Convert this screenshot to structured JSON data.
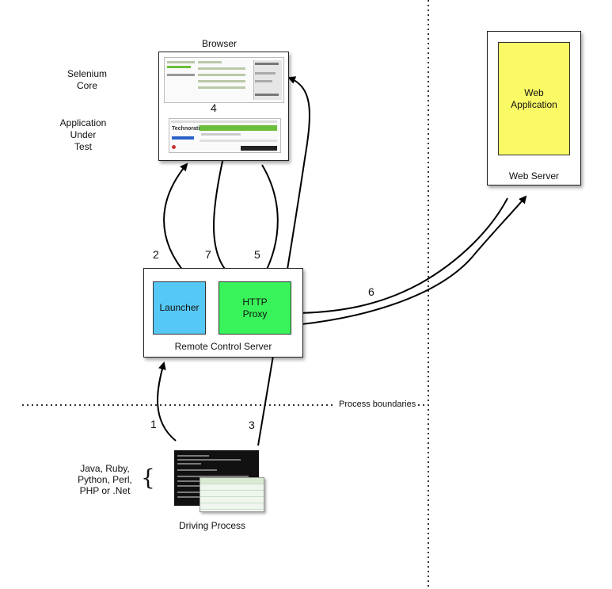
{
  "labels": {
    "browser": "Browser",
    "selenium_core": "Selenium\nCore",
    "aut": "Application\nUnder\nTest",
    "web_application": "Web\nApplication",
    "web_server": "Web Server",
    "launcher": "Launcher",
    "http_proxy": "HTTP\nProxy",
    "remote_control_server": "Remote Control Server",
    "process_boundaries": "Process boundaries",
    "languages": "Java, Ruby,\nPython, Perl,\nPHP or .Net",
    "brace": "{",
    "driving_process": "Driving Process",
    "technorati": "Technorati"
  },
  "steps": [
    "1",
    "2",
    "3",
    "4",
    "5",
    "6",
    "7"
  ],
  "colors": {
    "launcher": "#56c8f5",
    "http_proxy": "#39f35a",
    "web_application": "#fafa66"
  }
}
